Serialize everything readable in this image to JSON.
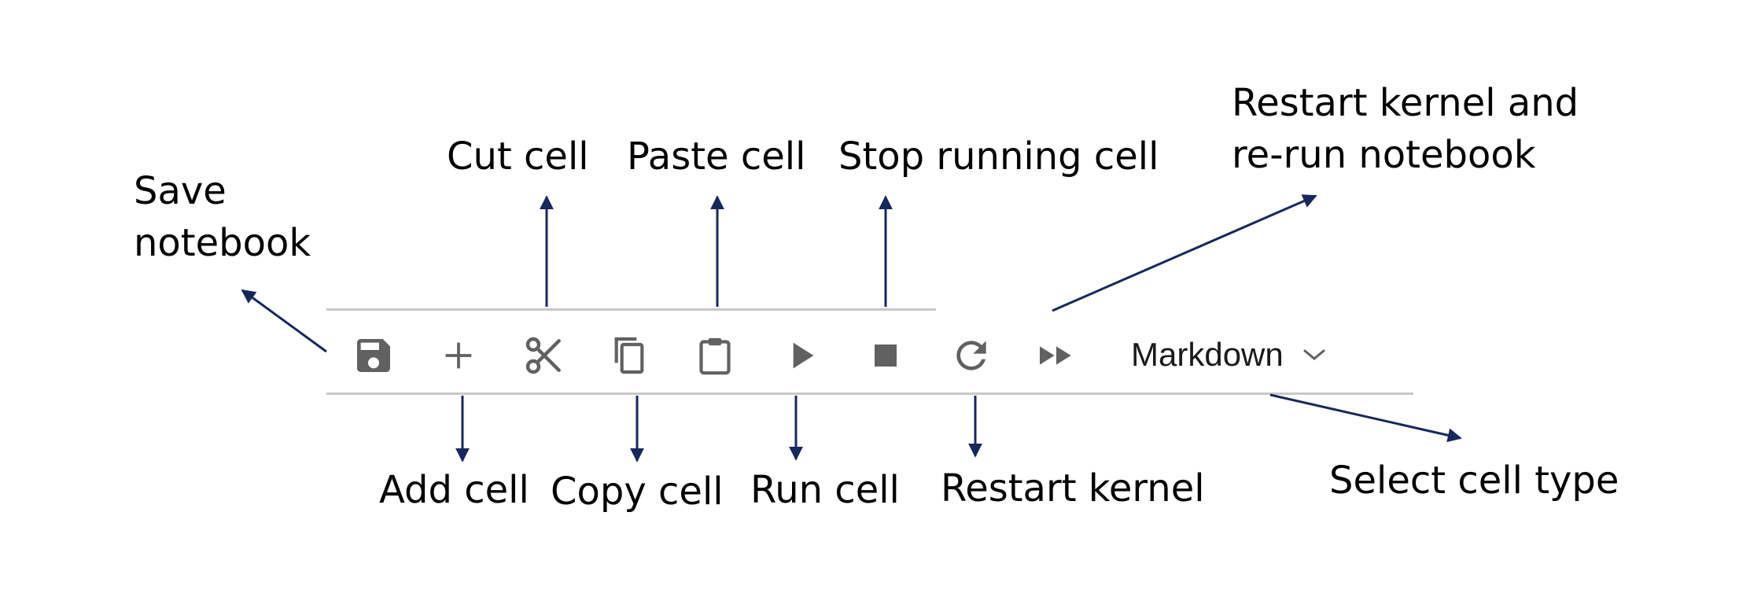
{
  "colors": {
    "arrow": "#17285c",
    "icon": "#616161",
    "divider": "#c8c8c8",
    "text": "#000000"
  },
  "toolbar": {
    "buttons": [
      {
        "icon": "save-icon",
        "label": "Save notebook"
      },
      {
        "icon": "plus-icon",
        "label": "Add cell"
      },
      {
        "icon": "scissors-icon",
        "label": "Cut cell"
      },
      {
        "icon": "copy-icon",
        "label": "Copy cell"
      },
      {
        "icon": "clipboard-icon",
        "label": "Paste cell"
      },
      {
        "icon": "play-icon",
        "label": "Run cell"
      },
      {
        "icon": "stop-icon",
        "label": "Stop running cell"
      },
      {
        "icon": "refresh-icon",
        "label": "Restart kernel"
      },
      {
        "icon": "fast-forward-icon",
        "label": "Restart kernel and re-run notebook"
      }
    ],
    "cell_type": {
      "value": "Markdown",
      "icon": "chevron-down-icon",
      "label": "Select cell type"
    }
  },
  "annotations": {
    "save_line1": "Save",
    "save_line2": "notebook",
    "cut": "Cut cell",
    "paste": "Paste cell",
    "stop": "Stop running cell",
    "restart_rerun_line1": "Restart kernel and",
    "restart_rerun_line2": "re-run notebook",
    "add": "Add cell",
    "copy": "Copy cell",
    "run": "Run cell",
    "restart": "Restart kernel",
    "select_type": "Select cell type"
  }
}
